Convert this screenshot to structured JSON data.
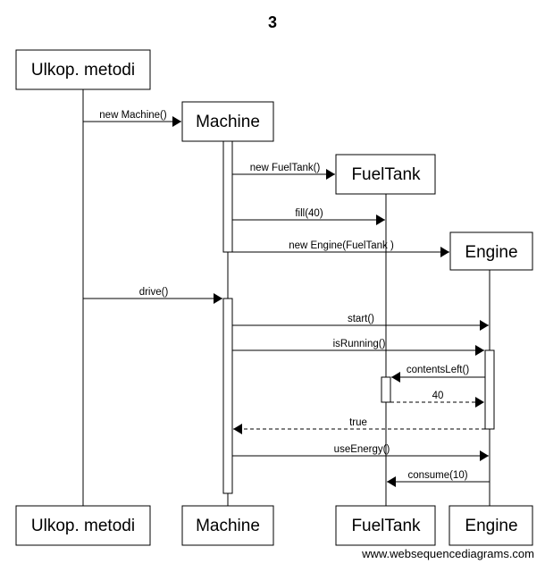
{
  "title": "3",
  "participants": [
    {
      "id": "ulkop",
      "label": "Ulkop. metodi"
    },
    {
      "id": "machine",
      "label": "Machine"
    },
    {
      "id": "fueltank",
      "label": "FuelTank"
    },
    {
      "id": "engine",
      "label": "Engine"
    }
  ],
  "messages": [
    {
      "label": "new Machine()",
      "from": "ulkop",
      "to": "machine",
      "style": "create"
    },
    {
      "label": "new FuelTank()",
      "from": "machine",
      "to": "fueltank",
      "style": "create"
    },
    {
      "label": "fill(40)",
      "from": "machine",
      "to": "fueltank",
      "style": "solid"
    },
    {
      "label": "new Engine(FuelTank )",
      "from": "machine",
      "to": "engine",
      "style": "create"
    },
    {
      "label": "drive()",
      "from": "ulkop",
      "to": "machine",
      "style": "solid"
    },
    {
      "label": "start()",
      "from": "machine",
      "to": "engine",
      "style": "solid"
    },
    {
      "label": "isRunning()",
      "from": "machine",
      "to": "engine",
      "style": "solid"
    },
    {
      "label": "contentsLeft()",
      "from": "engine",
      "to": "fueltank",
      "style": "solid"
    },
    {
      "label": "40",
      "from": "fueltank",
      "to": "engine",
      "style": "dashed"
    },
    {
      "label": "true",
      "from": "engine",
      "to": "machine",
      "style": "dashed"
    },
    {
      "label": "useEnergy()",
      "from": "machine",
      "to": "engine",
      "style": "solid"
    },
    {
      "label": "consume(10)",
      "from": "engine",
      "to": "fueltank",
      "style": "solid"
    }
  ],
  "footer": "www.websequencediagrams.com"
}
